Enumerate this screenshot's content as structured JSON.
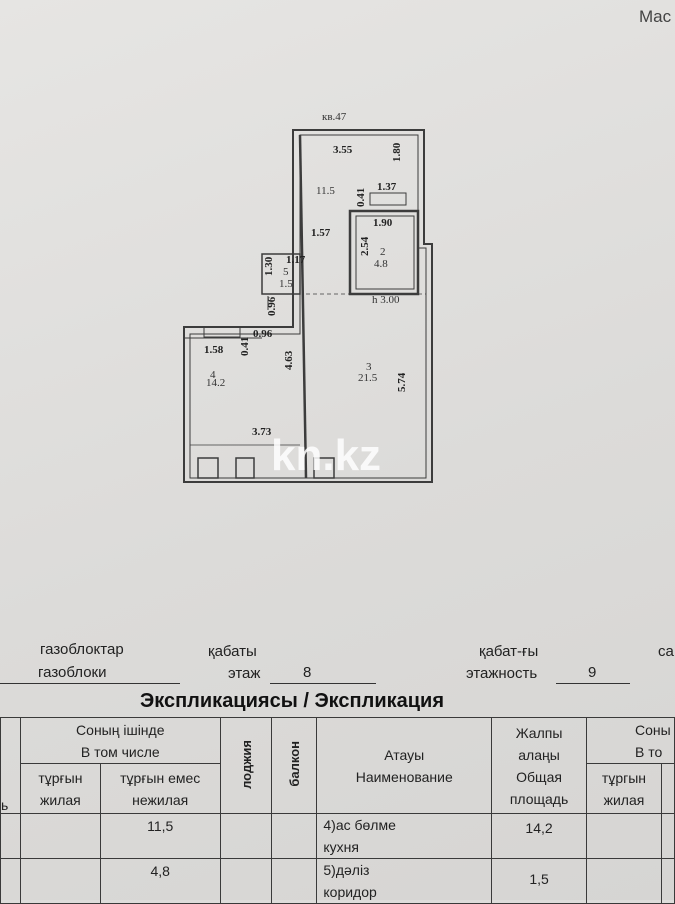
{
  "corner": {
    "top_right": "Mac"
  },
  "plan": {
    "header_label": "кв.47",
    "dims": {
      "d355": "3.55",
      "d180": "1.80",
      "d115": "11.5",
      "d041a": "0.41",
      "d137": "1.37",
      "d157": "1.57",
      "d190": "1.90",
      "d254": "2.54",
      "r2": "2",
      "a48": "4.8",
      "d117": "1.17",
      "d130": "1.30",
      "r5": "5",
      "a15": "1.5",
      "d300": "h 3.00",
      "d096a": "0.96",
      "d158": "1.58",
      "d041b": "0.41",
      "d096b": "0.96",
      "d463": "4.63",
      "r4": "4",
      "a142": "14.2",
      "r3": "3",
      "a215": "21.5",
      "d574": "5.74",
      "d373": "3.73"
    },
    "watermark": "kn.kz"
  },
  "fields": {
    "material_kz": "газоблоктар",
    "material_ru": "газоблоки",
    "floor_kz": "қабаты",
    "floor_ru": "этаж",
    "floor_value": "8",
    "floors_kz": "қабат-ғы",
    "floors_ru": "этажность",
    "floors_value": "9",
    "cut_right": "са"
  },
  "explication": {
    "title": "Экспликациясы / Экспликация",
    "headers": {
      "incl_kz": "Соның ішінде",
      "incl_ru": "В том числе",
      "living_kz": "тұрғын",
      "living_ru": "жилая",
      "nonliving_kz": "тұрғын емес",
      "nonliving_ru": "нежилая",
      "loggia": "лоджия",
      "balcony": "балкон",
      "name_kz": "Атауы",
      "name_ru": "Наименование",
      "total_kz1": "Жалпы",
      "total_kz2": "алаңы",
      "total_ru1": "Общая",
      "total_ru2": "площадь",
      "incl2_kz": "Соны",
      "incl2_ru": "В то",
      "living2_kz": "тұргын",
      "living2_ru": "жилая",
      "left_cut": "ь"
    },
    "rows": [
      {
        "nonliving": "11,5",
        "name_kz": "4)ас бөлме",
        "name_ru": "кухня",
        "total": "14,2"
      },
      {
        "nonliving": "4,8",
        "name_kz": "5)дәліз",
        "name_ru": "коридор",
        "total": "1,5"
      }
    ]
  }
}
